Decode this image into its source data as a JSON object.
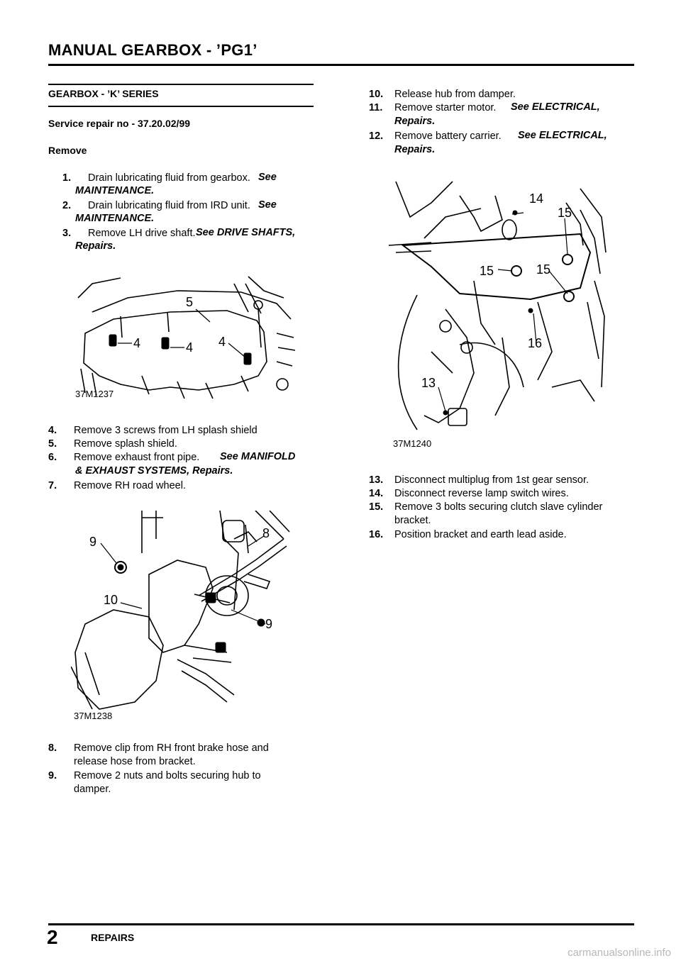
{
  "header": {
    "title": "MANUAL GEARBOX - ’PG1’"
  },
  "section": {
    "title": "GEARBOX - ’K’ SERIES",
    "service_no": "Service repair no - 37.20.02/99",
    "remove_heading": "Remove"
  },
  "steps_left_a": [
    {
      "num": "1.",
      "text": "Drain lubricating fluid from gearbox.",
      "ref": "See",
      "ref2": "MAINTENANCE."
    },
    {
      "num": "2.",
      "text": "Drain lubricating fluid from IRD unit.",
      "ref": "See",
      "ref2": "MAINTENANCE."
    },
    {
      "num": "3.",
      "text": "Remove LH drive shaft.",
      "ref": "See  DRIVE SHAFTS,",
      "ref2": "Repairs."
    }
  ],
  "fig1": {
    "code": "37M1237",
    "callouts": [
      "5",
      "4",
      "4",
      "4"
    ]
  },
  "steps_left_b": [
    {
      "num": "4.",
      "text": "Remove 3 screws from LH splash shield"
    },
    {
      "num": "5.",
      "text": "Remove splash shield."
    },
    {
      "num": "6.",
      "text": "Remove exhaust front pipe.",
      "ref": "See  MANIFOLD",
      "ref2": "& EXHAUST SYSTEMS, Repairs."
    },
    {
      "num": "7.",
      "text": "Remove RH road wheel."
    }
  ],
  "fig2": {
    "code": "37M1238",
    "callouts": [
      "9",
      "8",
      "10",
      "9"
    ]
  },
  "steps_left_c": [
    {
      "num": "8.",
      "text": "Remove clip from RH front brake hose and",
      "text2": "release hose from bracket."
    },
    {
      "num": "9.",
      "text": "Remove 2 nuts and bolts securing hub to",
      "text2": "damper."
    }
  ],
  "steps_right_a": [
    {
      "num": "10.",
      "text": "Release hub from damper."
    },
    {
      "num": "11.",
      "text": "Remove starter motor.",
      "ref": "See  ELECTRICAL,",
      "ref2": "Repairs."
    },
    {
      "num": "12.",
      "text": "Remove battery carrier.",
      "ref": "See  ELECTRICAL,",
      "ref2": "Repairs."
    }
  ],
  "fig3": {
    "code": "37M1240",
    "callouts": [
      "14",
      "15",
      "15",
      "15",
      "16",
      "13"
    ]
  },
  "steps_right_b": [
    {
      "num": "13.",
      "text": "Disconnect multiplug from 1st gear sensor."
    },
    {
      "num": "14.",
      "text": "Disconnect reverse lamp switch wires."
    },
    {
      "num": "15.",
      "text": "Remove 3 bolts securing clutch slave cylinder",
      "text2": "bracket."
    },
    {
      "num": "16.",
      "text": "Position bracket and earth lead aside."
    }
  ],
  "footer": {
    "page_number": "2",
    "label": "REPAIRS",
    "watermark": "carmanualsonline.info"
  }
}
